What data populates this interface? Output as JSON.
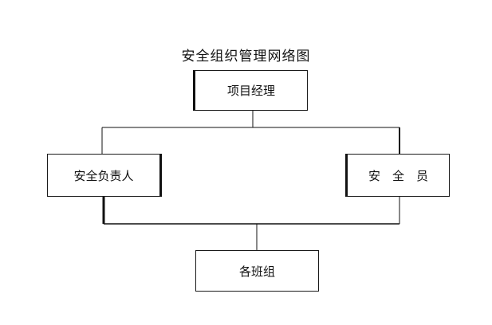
{
  "diagram": {
    "title": "安全组织管理网络图",
    "nodes": {
      "manager": "项目经理",
      "responsible": "安全负责人",
      "safety_officer": "安　全　员",
      "teams": "各班组"
    }
  }
}
